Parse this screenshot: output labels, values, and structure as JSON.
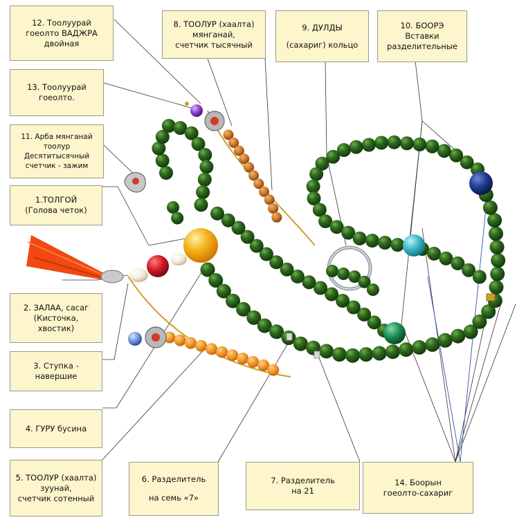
{
  "labels": [
    {
      "id": "label-12",
      "lines": [
        "12. Тоолуурай",
        "гоеолто ВАДЖРА",
        "двойная"
      ]
    },
    {
      "id": "label-8",
      "lines": [
        "8. ТООЛУР (хаалта)",
        "мянганай,",
        "счетчик тысячный"
      ]
    },
    {
      "id": "label-9",
      "lines": [
        "9. ДУЛДЫ",
        "(сахариг) кольцо"
      ]
    },
    {
      "id": "label-10",
      "lines": [
        "10. БООРЭ",
        "Вставки",
        "разделительные"
      ]
    },
    {
      "id": "label-13",
      "lines": [
        "13. Тоолуурай",
        "гоеолто."
      ]
    },
    {
      "id": "label-11",
      "lines": [
        "11. Арба мянганай",
        "тоолур",
        "Десятитысячный",
        "счетчик - зажим"
      ]
    },
    {
      "id": "label-1",
      "lines": [
        "1.ТОЛГОЙ",
        "(Голова четок)"
      ]
    },
    {
      "id": "label-2",
      "lines": [
        "2. ЗАЛАА, сасаг",
        "(Кисточка,",
        "хвостик)"
      ]
    },
    {
      "id": "label-3",
      "lines": [
        "3. Ступка -",
        "навершие"
      ]
    },
    {
      "id": "label-4",
      "lines": [
        "4. ГУРУ бусина"
      ]
    },
    {
      "id": "label-5",
      "lines": [
        "5. ТООЛУР (хаалта)",
        "зуунай,",
        "счетчик сотенный"
      ]
    },
    {
      "id": "label-6",
      "lines": [
        "6. Разделитель",
        "на семь «7»"
      ]
    },
    {
      "id": "label-7",
      "lines": [
        "7. Разделитель",
        "на 21"
      ]
    },
    {
      "id": "label-14",
      "lines": [
        "14. Боорын",
        "гоеолто-сахариг"
      ]
    }
  ],
  "colors": {
    "label_bg": "#fdf5cc",
    "jade": "#2f6a1e",
    "amber": "#c8742a",
    "orange_bead": "#f39a2a",
    "guru": "#f4b21b",
    "tassel": "#f04a10",
    "turquoise": "#3eb6c8",
    "lapis": "#1f3b8e",
    "malachite": "#1b8c55",
    "ring": "#b8b8b8",
    "leader_line": "#333333",
    "leader_blue": "#3050b0"
  }
}
